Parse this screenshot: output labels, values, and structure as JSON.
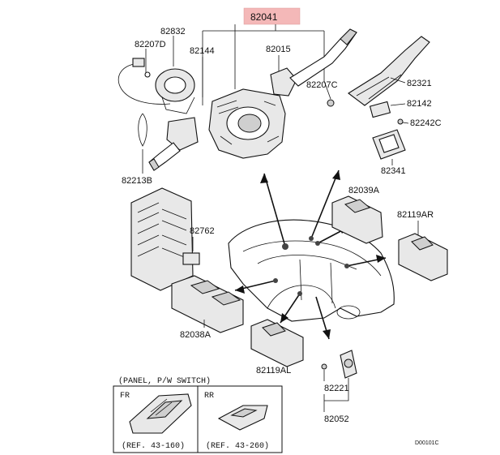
{
  "labels": {
    "p82041": "82041",
    "p82832": "82832",
    "p82207D": "82207D",
    "p82144": "82144",
    "p82015": "82015",
    "p82207C": "82207C",
    "p82321": "82321",
    "p82142": "82142",
    "p82242C": "82242C",
    "p82341": "82341",
    "p82213B": "82213B",
    "p82039A": "82039A",
    "p82119AR": "82119AR",
    "p82762": "82762",
    "p82038A": "82038A",
    "p82119AL": "82119AL",
    "p82221": "82221",
    "p82052": "82052"
  },
  "inset": {
    "title": "(PANEL, P/W SWITCH)",
    "fr_label": "FR",
    "rr_label": "RR",
    "fr_ref": "(REF. 43-160)",
    "rr_ref": "(REF. 43-260)"
  },
  "figure_code": "D00101C",
  "colors": {
    "highlight": "#f4b8b8",
    "line": "#111111"
  }
}
